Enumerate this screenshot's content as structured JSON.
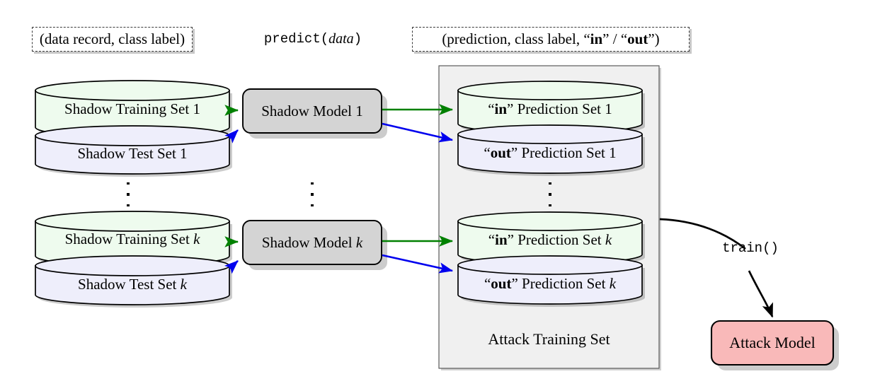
{
  "figure": {
    "title": "Shadow model training pipeline for membership inference attack",
    "background": "#ffffff"
  },
  "colors": {
    "green_fill": "#eefbee",
    "blue_fill": "#eeeefb",
    "grey_fill": "#d4d4d4",
    "pink_fill": "#f9b9b9",
    "panel_fill": "#f0f0f0",
    "arrow_green": "#008000",
    "arrow_blue": "#0000ee",
    "arrow_black": "#000000",
    "stroke": "#000000",
    "shadow": "rgba(0,0,0,0.22)"
  },
  "labels": {
    "input_tuple": "(data record, class label)",
    "predict_call_prefix": "predict(",
    "predict_call_arg": "data",
    "predict_call_suffix": ")",
    "output_tuple_prefix": "(prediction, class label, “",
    "output_in": "in",
    "output_mid": "” / “",
    "output_out": "out",
    "output_tuple_suffix": "”)",
    "train_call": "train()"
  },
  "shadow_rows": [
    {
      "index": "1",
      "training_set": "Shadow Training Set",
      "training_set_index": "1",
      "test_set": "Shadow Test Set",
      "test_set_index": "1",
      "model": "Shadow Model",
      "model_index": "1",
      "in_prediction": "”in” Prediction Set",
      "in_prediction_label_quote_open": "“",
      "in_prediction_label_bold": "in",
      "in_prediction_label_rest": "” Prediction Set",
      "in_prediction_index": "1",
      "out_prediction_label_quote_open": "“",
      "out_prediction_label_bold": "out",
      "out_prediction_label_rest": "” Prediction Set",
      "out_prediction_index": "1"
    },
    {
      "index": "k",
      "training_set": "Shadow Training Set",
      "training_set_index": "k",
      "test_set": "Shadow Test Set",
      "test_set_index": "k",
      "model": "Shadow Model",
      "model_index": "k",
      "in_prediction_label_quote_open": "“",
      "in_prediction_label_bold": "in",
      "in_prediction_label_rest": "” Prediction Set",
      "in_prediction_index": "k",
      "out_prediction_label_quote_open": "“",
      "out_prediction_label_bold": "out",
      "out_prediction_label_rest": "” Prediction Set",
      "out_prediction_index": "k"
    }
  ],
  "panel": {
    "caption": "Attack Training Set"
  },
  "attack_model": {
    "label": "Attack Model"
  },
  "ellipsis": {
    "glyph": "⋮",
    "count": 3
  }
}
